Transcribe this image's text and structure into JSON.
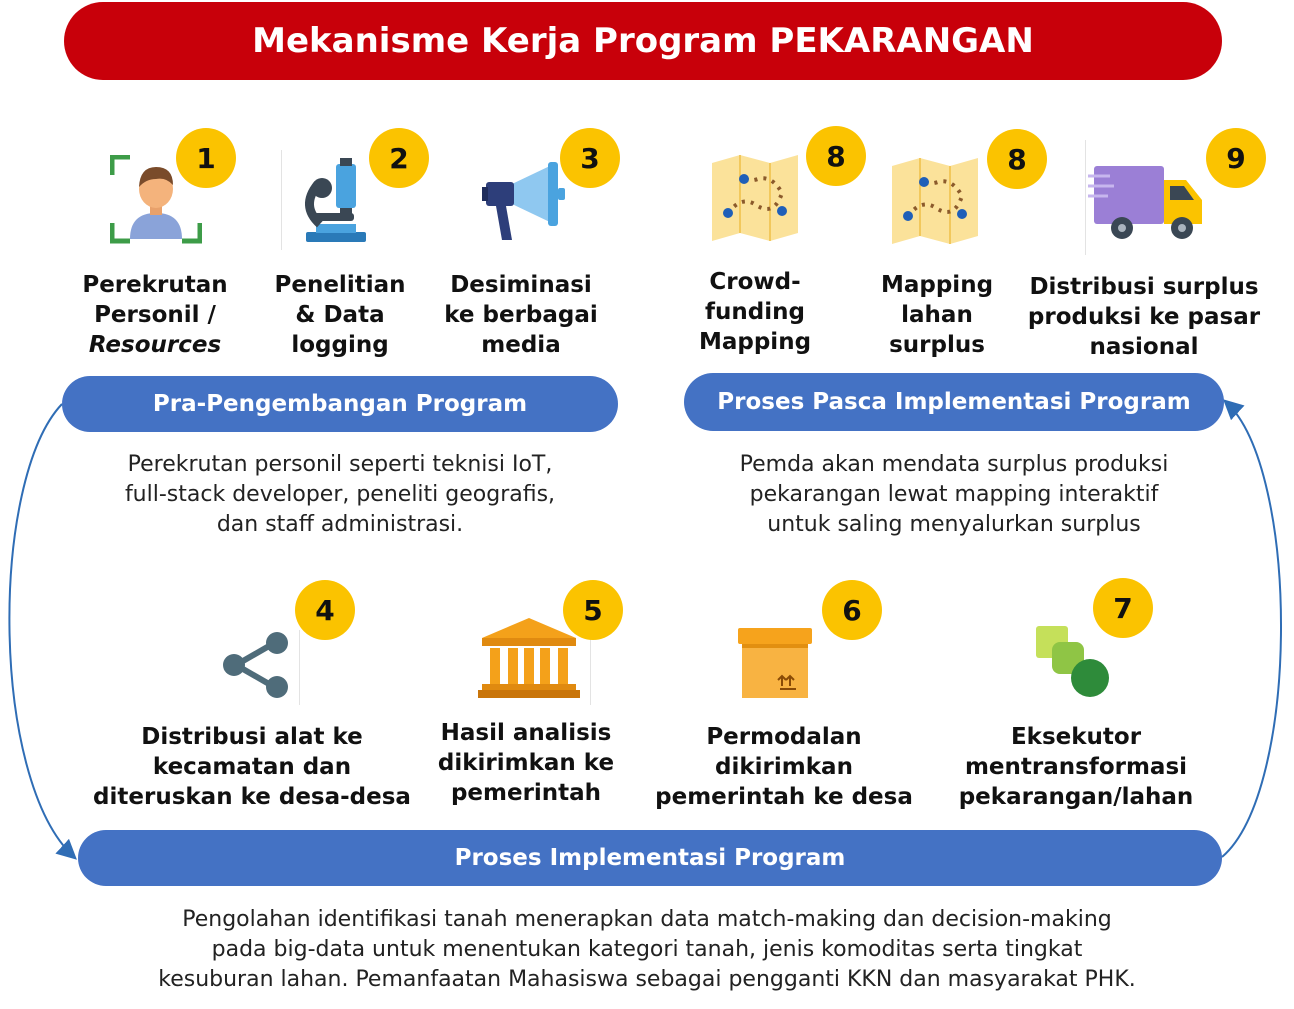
{
  "title": "Mekanisme Kerja Program PEKARANGAN",
  "sections": {
    "pra": {
      "heading": "Pra-Pengembangan Program",
      "desc_lines": [
        "Perekrutan personil seperti teknisi IoT,",
        "full-stack developer, peneliti geografis,",
        "dan staff administrasi."
      ]
    },
    "pasca": {
      "heading": "Proses Pasca Implementasi Program",
      "desc_lines": [
        "Pemda akan mendata surplus produksi",
        "pekarangan lewat mapping interaktif",
        "untuk saling menyalurkan surplus"
      ]
    },
    "implementasi": {
      "heading": "Proses Implementasi Program",
      "desc_lines": [
        "Pengolahan identifikasi tanah menerapkan data match-making dan decision-making",
        "pada big-data untuk menentukan kategori tanah, jenis komoditas serta tingkat",
        "kesuburan lahan. Pemanfaatan Mahasiswa sebagai pengganti KKN dan masyarakat PHK."
      ]
    }
  },
  "steps": [
    {
      "number": "1",
      "icon": "person-recruit-icon",
      "lines": [
        "Perekrutan",
        "Personil /",
        "Resources"
      ]
    },
    {
      "number": "2",
      "icon": "microscope-icon",
      "lines": [
        "Penelitian",
        "& Data",
        "logging"
      ]
    },
    {
      "number": "3",
      "icon": "megaphone-icon",
      "lines": [
        "Desiminasi",
        "ke berbagai",
        "media"
      ]
    },
    {
      "number": "8",
      "icon": "map-icon",
      "lines": [
        "Crowd-",
        "funding",
        "Mapping"
      ]
    },
    {
      "number": "8",
      "icon": "map-icon",
      "lines": [
        "Mapping",
        "lahan",
        "surplus"
      ]
    },
    {
      "number": "9",
      "icon": "delivery-truck-icon",
      "lines": [
        "Distribusi surplus",
        "produksi ke pasar",
        "nasional"
      ]
    },
    {
      "number": "4",
      "icon": "share-icon",
      "lines": [
        "Distribusi alat ke",
        "kecamatan dan",
        "diteruskan ke desa-desa"
      ]
    },
    {
      "number": "5",
      "icon": "government-building-icon",
      "lines": [
        "Hasil analisis",
        "dikirimkan ke",
        "pemerintah"
      ]
    },
    {
      "number": "6",
      "icon": "package-box-icon",
      "lines": [
        "Permodalan",
        "dikirimkan",
        "pemerintah ke desa"
      ]
    },
    {
      "number": "7",
      "icon": "transform-squares-icon",
      "lines": [
        "Eksekutor",
        "mentransformasi",
        "pekarangan/lahan"
      ]
    }
  ],
  "colors": {
    "title_bg": "#c8000a",
    "pill_bg": "#4472c4",
    "badge": "#fbc300",
    "arrow": "#2f6db5"
  }
}
